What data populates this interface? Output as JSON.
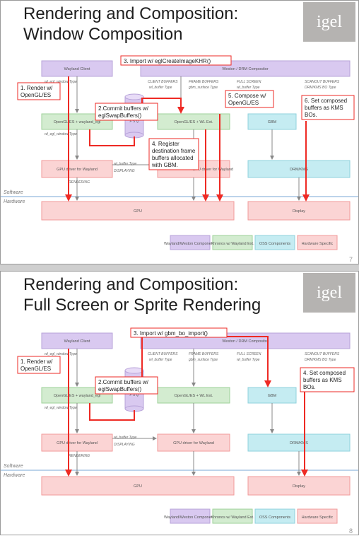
{
  "logo": "igel",
  "legend": [
    "Wayland/Weston Components",
    "Khronos w/ Wayland Ext.",
    "OSS Components",
    "Hardware Specific"
  ],
  "layers": {
    "software": "Software",
    "hardware": "Hardware"
  },
  "colors": {
    "purple": "#d9c9f0",
    "green": "#d3ecd0",
    "cyan": "#c5ecf2",
    "pink": "#fbd4d4",
    "red": "#ee2a24"
  },
  "slide1": {
    "title_line1": "Rendering and Composition:",
    "title_line2": "Window Composition",
    "page_number": "7",
    "boxes": {
      "wayland_client": "Wayland Client",
      "weston": "Weston / DRM Compositor",
      "opengl_client": "OpenGL/ES + wayland_egl",
      "opengl_comp": "OpenGL/ES + WL Ext.",
      "gbm": "GBM",
      "gpu_driver_client": "GPU driver for Wayland",
      "gpu_driver_comp": "GPU driver for Wayland",
      "drm": "DRM/KMS",
      "gpu": "GPU",
      "display": "Display"
    },
    "labels": {
      "wl_egl_window": "wl_egl_window Type",
      "wl_egl_window2": "wl_egl_window Type",
      "client_buffers": "CLIENT BUFFERS",
      "client_buffers_type": "wl_buffer Type",
      "frame_buffers": "FRAME BUFFERS",
      "frame_buffers_type": "gbm_surface Type",
      "full_screen": "FULL SCREEN",
      "full_screen_type": "wl_buffer Type",
      "scanout_buffers": "SCANOUT BUFFERS",
      "scanout_type": "DRM/KMS BO Type",
      "wl_buffer_type": "wl_buffer Type",
      "displaying": "DISPLAYING",
      "rendering": "RENDERING",
      "stack": "F S Q"
    },
    "callouts": {
      "c1_line1": "1. Render w/",
      "c1_line2": "OpenGL/ES",
      "c2_line1": "2.Commit buffers w/",
      "c2_line2": "eglSwapBuffers()",
      "c3": "3. Import w/ eglCreateImageKHR()",
      "c4_line1": "4. Register",
      "c4_line2": "destination frame",
      "c4_line3": "buffers allocated",
      "c4_line4": "with GBM.",
      "c5_line1": "5. Compose w/",
      "c5_line2": "OpenGL/ES",
      "c6_line1": "6. Set composed",
      "c6_line2": "buffers as KMS",
      "c6_line3": "BOs."
    }
  },
  "slide2": {
    "title_line1": "Rendering and Composition:",
    "title_line2": "Full Screen or Sprite Rendering",
    "page_number": "8",
    "boxes": {
      "wayland_client": "Wayland Client",
      "weston": "Weston / DRM Compositor",
      "opengl_client": "OpenGL/ES + wayland_egl",
      "opengl_comp": "OpenGL/ES + WL Ext.",
      "gbm": "GBM",
      "gpu_driver_client": "GPU driver for Wayland",
      "gpu_driver_comp": "GPU driver for Wayland",
      "drm": "DRM/KMS",
      "gpu": "GPU",
      "display": "Display"
    },
    "labels": {
      "wl_egl_window": "wl_egl_window Type",
      "wl_egl_window2": "wl_egl_window Type",
      "client_buffers": "CLIENT BUFFERS",
      "client_buffers_type": "wl_buffer Type",
      "frame_buffers": "FRAME BUFFERS",
      "frame_buffers_type": "gbm_surface Type",
      "full_screen": "FULL SCREEN",
      "full_screen_type": "wl_buffer Type",
      "scanout_buffers": "SCANOUT BUFFERS",
      "scanout_type": "DRM/KMS BO Type",
      "wl_buffer_type": "wl_buffer Type",
      "displaying": "DISPLAYING",
      "rendering": "RENDERING",
      "stack": "F S Q"
    },
    "callouts": {
      "c1_line1": "1. Render w/",
      "c1_line2": "OpenGL/ES",
      "c2_line1": "2.Commit buffers w/",
      "c2_line2": "eglSwapBuffers()",
      "c3": "3. Import w/ gbm_bo_import()",
      "c4_line1": "4. Set composed",
      "c4_line2": "buffers as KMS",
      "c4_line3": "BOs."
    }
  }
}
